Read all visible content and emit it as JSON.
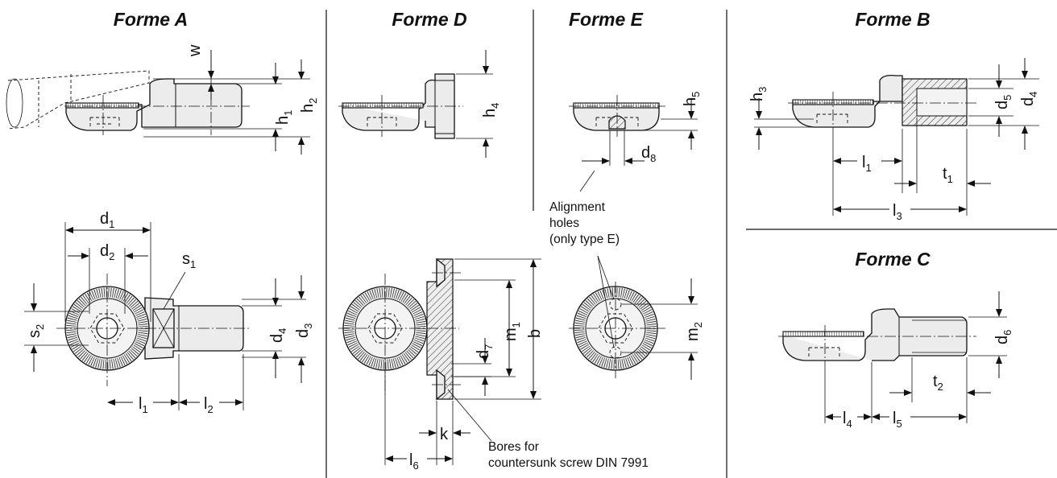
{
  "titles": {
    "form_a": "Forme A",
    "form_d": "Forme D",
    "form_e": "Forme E",
    "form_b": "Forme B",
    "form_c": "Forme C"
  },
  "dimensions": {
    "w": "w",
    "h1": [
      "h",
      "1"
    ],
    "h2": [
      "h",
      "2"
    ],
    "h3": [
      "h",
      "3"
    ],
    "h4": [
      "h",
      "4"
    ],
    "h5": [
      "h",
      "5"
    ],
    "d1": [
      "d",
      "1"
    ],
    "d2": [
      "d",
      "2"
    ],
    "d3": [
      "d",
      "3"
    ],
    "d4": [
      "d",
      "4"
    ],
    "d5": [
      "d",
      "5"
    ],
    "d6": [
      "d",
      "6"
    ],
    "d7": [
      "d",
      "7"
    ],
    "d8": [
      "d",
      "8"
    ],
    "s1": [
      "s",
      "1"
    ],
    "s2": [
      "s",
      "2"
    ],
    "l1": [
      "l",
      "1"
    ],
    "l2": [
      "l",
      "2"
    ],
    "l3": [
      "l",
      "3"
    ],
    "l4": [
      "l",
      "4"
    ],
    "l5": [
      "l",
      "5"
    ],
    "l6": [
      "l",
      "6"
    ],
    "t1": [
      "t",
      "1"
    ],
    "t2": [
      "t",
      "2"
    ],
    "m1": [
      "m",
      "1"
    ],
    "m2": [
      "m",
      "2"
    ],
    "b": "b",
    "k": "k"
  },
  "notes": {
    "alignment": [
      "Alignment",
      "holes",
      "(only type E)"
    ],
    "bores": [
      "Bores for",
      "countersunk screw DIN 7991"
    ]
  }
}
